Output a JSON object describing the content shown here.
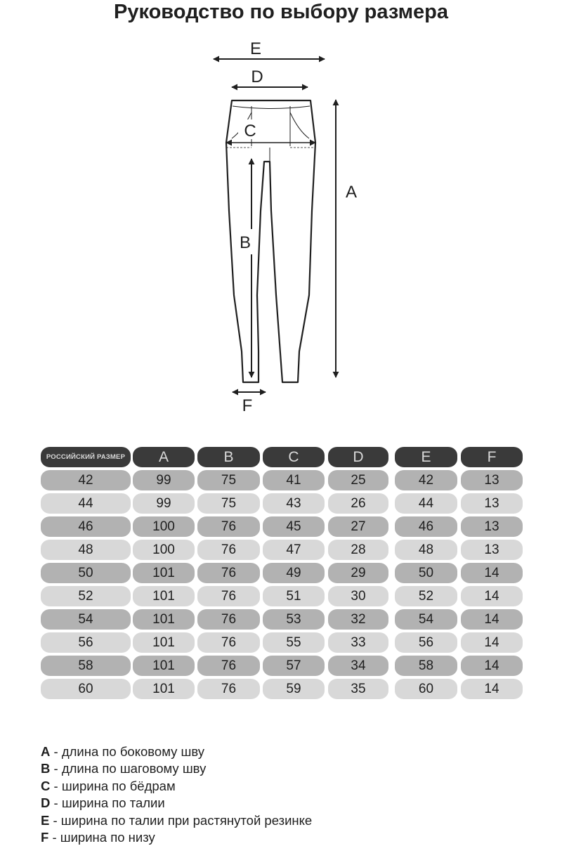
{
  "title": "Руководство по выбору размера",
  "diagram": {
    "labels": {
      "E": "E",
      "D": "D",
      "C": "C",
      "A": "A",
      "B": "B",
      "F": "F"
    }
  },
  "table": {
    "headers": [
      "РОССИЙСКИЙ РАЗМЕР",
      "A",
      "B",
      "C",
      "D",
      "E",
      "F"
    ],
    "rows": [
      [
        "42",
        "99",
        "75",
        "41",
        "25",
        "42",
        "13"
      ],
      [
        "44",
        "99",
        "75",
        "43",
        "26",
        "44",
        "13"
      ],
      [
        "46",
        "100",
        "76",
        "45",
        "27",
        "46",
        "13"
      ],
      [
        "48",
        "100",
        "76",
        "47",
        "28",
        "48",
        "13"
      ],
      [
        "50",
        "101",
        "76",
        "49",
        "29",
        "50",
        "14"
      ],
      [
        "52",
        "101",
        "76",
        "51",
        "30",
        "52",
        "14"
      ],
      [
        "54",
        "101",
        "76",
        "53",
        "32",
        "54",
        "14"
      ],
      [
        "56",
        "101",
        "76",
        "55",
        "33",
        "56",
        "14"
      ],
      [
        "58",
        "101",
        "76",
        "57",
        "34",
        "58",
        "14"
      ],
      [
        "60",
        "101",
        "76",
        "59",
        "35",
        "60",
        "14"
      ]
    ]
  },
  "legend": [
    {
      "key": "A",
      "text": " - длина по боковому шву"
    },
    {
      "key": "B",
      "text": " - длина по шаговому шву"
    },
    {
      "key": "C",
      "text": " - ширина по бёдрам"
    },
    {
      "key": "D",
      "text": " - ширина по талии"
    },
    {
      "key": "E",
      "text": " - ширина по талии при растянутой резинке"
    },
    {
      "key": "F",
      "text": " - ширина по низу"
    }
  ],
  "colors": {
    "header_bg": "#3a3a3a",
    "header_text": "#d9d9d9",
    "row_dark": "#b2b2b2",
    "row_light": "#d8d8d8",
    "ink": "#1f1f1f"
  }
}
